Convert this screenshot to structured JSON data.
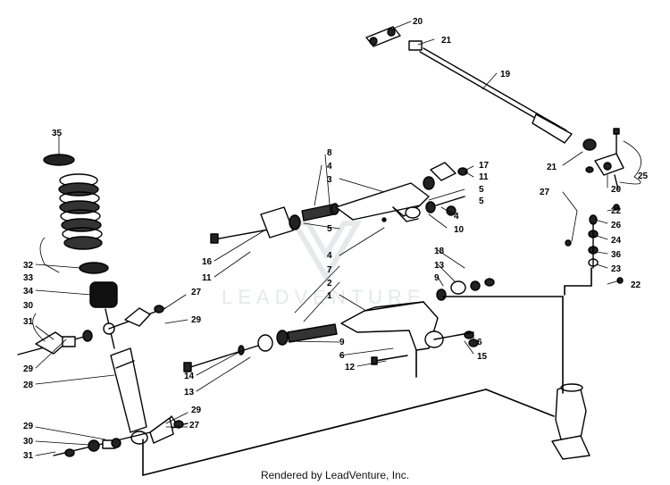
{
  "watermark": {
    "text": "LEADVENTURE"
  },
  "footer": {
    "text": "Rendered by LeadVenture, Inc."
  },
  "callouts": [
    "35",
    "32",
    "33",
    "34",
    "30",
    "31",
    "29",
    "28",
    "29",
    "30",
    "31",
    "27",
    "29",
    "27",
    "29",
    "16",
    "11",
    "8",
    "4",
    "3",
    "5",
    "4",
    "5",
    "17",
    "11",
    "5",
    "4",
    "10",
    "18",
    "13",
    "9",
    "2",
    "7",
    "1",
    "9",
    "6",
    "6",
    "15",
    "12",
    "14",
    "13",
    "20",
    "21",
    "19",
    "21",
    "25",
    "27",
    "20",
    "22",
    "26",
    "24",
    "36",
    "23",
    "22"
  ]
}
